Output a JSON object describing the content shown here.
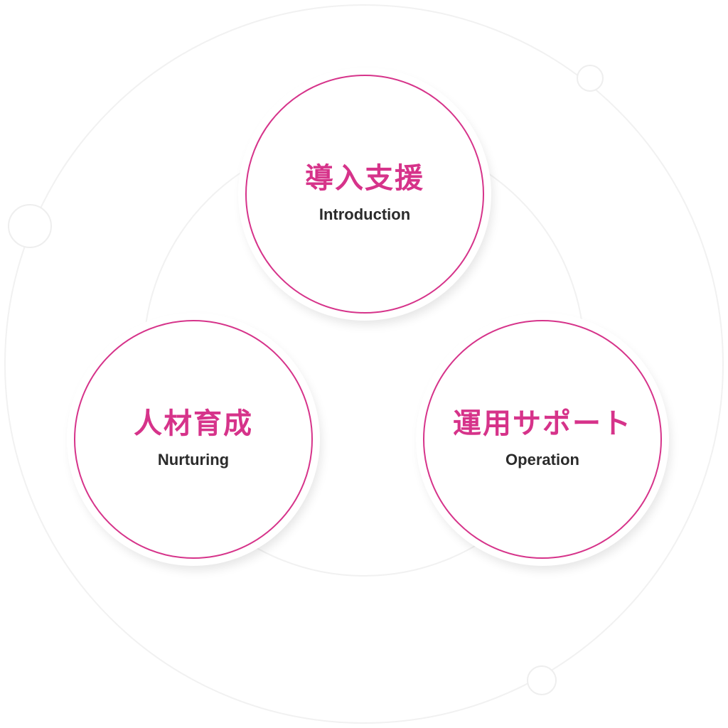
{
  "accent_color": "#d6338a",
  "nodes": [
    {
      "jp": "導入支援",
      "en": "Introduction"
    },
    {
      "jp": "人材育成",
      "en": "Nurturing"
    },
    {
      "jp": "運用サポート",
      "en": "Operation"
    }
  ]
}
